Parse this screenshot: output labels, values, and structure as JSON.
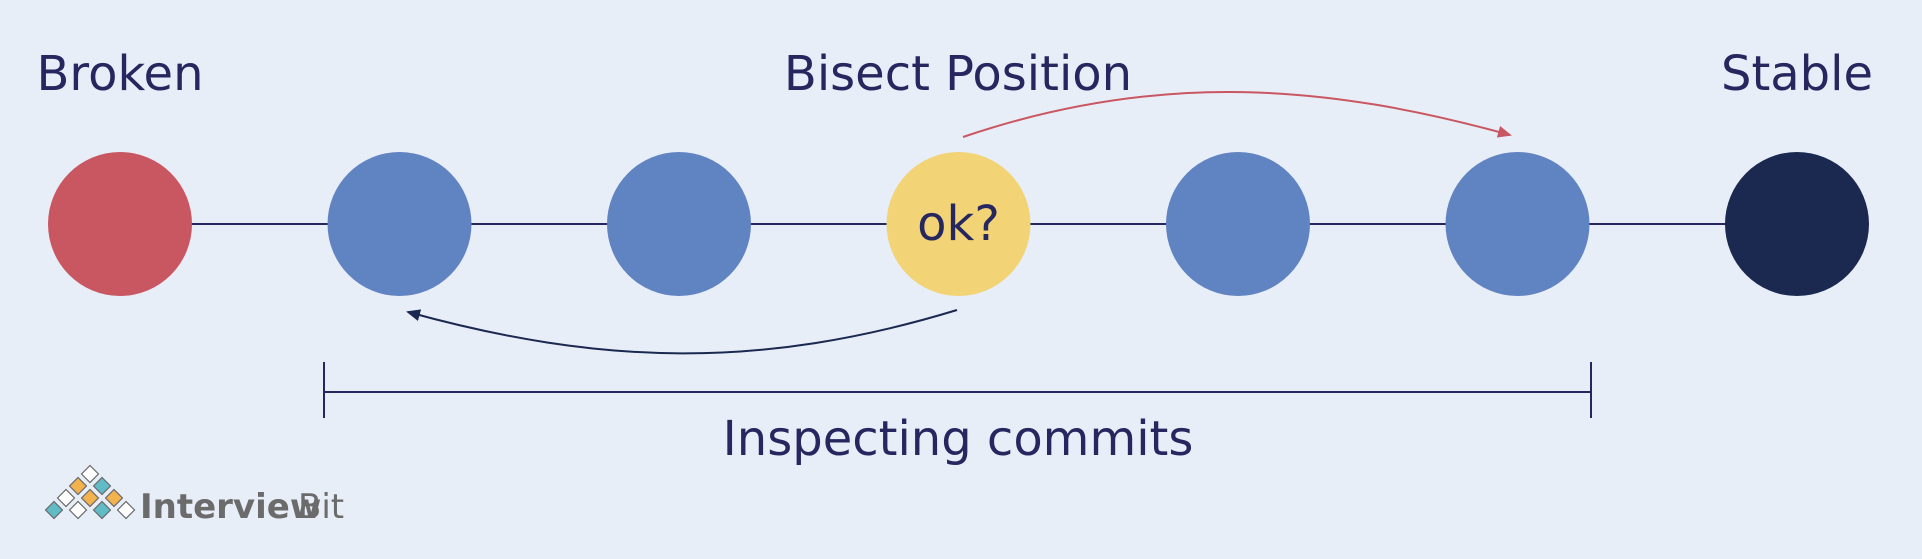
{
  "labels": {
    "broken": "Broken",
    "bisect_position": "Bisect Position",
    "stable": "Stable",
    "inspecting_commits": "Inspecting commits",
    "node_ok": "ok?"
  },
  "nodes": [
    {
      "id": "broken",
      "status": "broken",
      "text": ""
    },
    {
      "id": "c1",
      "status": "pending",
      "text": ""
    },
    {
      "id": "c2",
      "status": "pending",
      "text": ""
    },
    {
      "id": "bisect",
      "status": "bisect",
      "text": "ok?"
    },
    {
      "id": "c4",
      "status": "pending",
      "text": ""
    },
    {
      "id": "c5",
      "status": "pending",
      "text": ""
    },
    {
      "id": "stable",
      "status": "stable",
      "text": ""
    }
  ],
  "colors": {
    "background": "#e8eef8",
    "broken": "#c95761",
    "pending": "#6083c2",
    "bisect": "#f2d376",
    "stable": "#1b2850",
    "line": "#26275f",
    "arrow_forward": "#c95761",
    "arrow_back": "#1b2850",
    "text": "#26275f"
  },
  "logo": {
    "text_main": "Interview",
    "text_accent": "Bit",
    "colors": [
      "#f2b24e",
      "#5fbcc7",
      "#ffffff"
    ]
  }
}
